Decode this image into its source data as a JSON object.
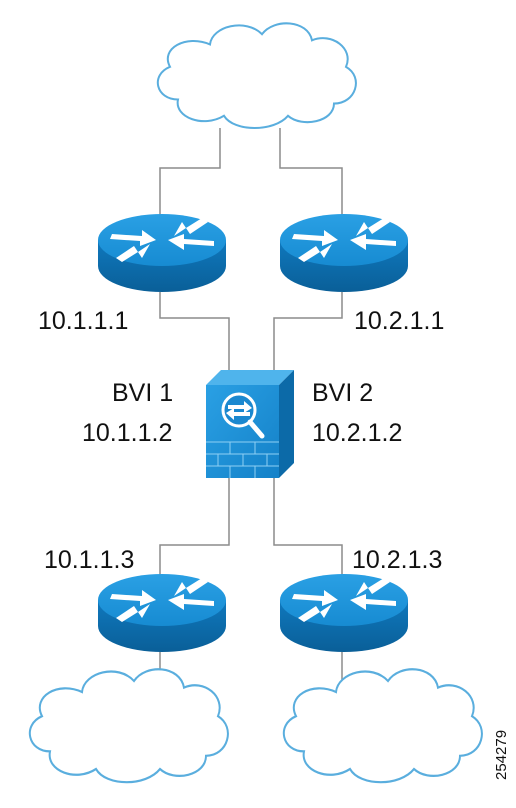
{
  "labels": {
    "router_top_left_ip": "10.1.1.1",
    "router_top_right_ip": "10.2.1.1",
    "bvi1_name": "BVI 1",
    "bvi1_ip": "10.1.1.2",
    "bvi2_name": "BVI 2",
    "bvi2_ip": "10.2.1.2",
    "router_bottom_left_ip": "10.1.1.3",
    "router_bottom_right_ip": "10.2.1.3"
  },
  "figure_id": "254279",
  "icons": {
    "cloud": "cloud-icon",
    "router": "router-icon",
    "firewall": "firewall-icon"
  },
  "colors": {
    "router_body": "#1a8fd6",
    "router_dark": "#0d6fae",
    "firewall_body": "#1b88cf",
    "line": "#8c8c8c",
    "cloud_stroke": "#5aaede"
  }
}
